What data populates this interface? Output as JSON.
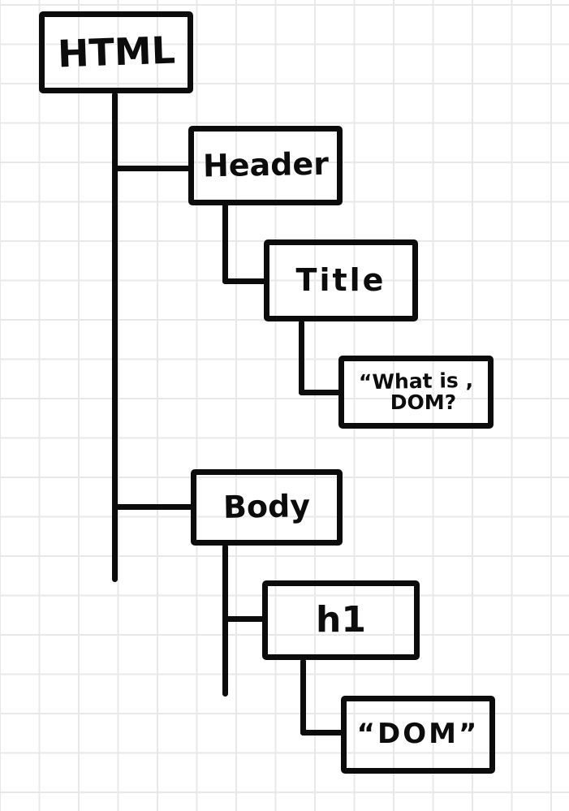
{
  "style": {
    "paper_color": "#ffffff",
    "grid_color": "#e8e8e8",
    "ink_color": "#0c0c0c"
  },
  "diagram": {
    "kind": "hand-drawn DOM tree sketch on grid paper",
    "nodes": {
      "html": {
        "label": "HTML"
      },
      "header": {
        "label": "Header"
      },
      "title": {
        "label": "Title"
      },
      "what": {
        "line1": "“What is ,",
        "line2": "DOM?"
      },
      "body": {
        "label": "Body"
      },
      "h1": {
        "label": "h1"
      },
      "dom": {
        "label": "“DOM”"
      }
    },
    "edges": [
      {
        "from": "HTML",
        "to": "Header"
      },
      {
        "from": "Header",
        "to": "Title"
      },
      {
        "from": "Title",
        "to": "\"What is, DOM?\""
      },
      {
        "from": "HTML",
        "to": "Body"
      },
      {
        "from": "Body",
        "to": "h1"
      },
      {
        "from": "h1",
        "to": "\"DOM\""
      }
    ]
  }
}
